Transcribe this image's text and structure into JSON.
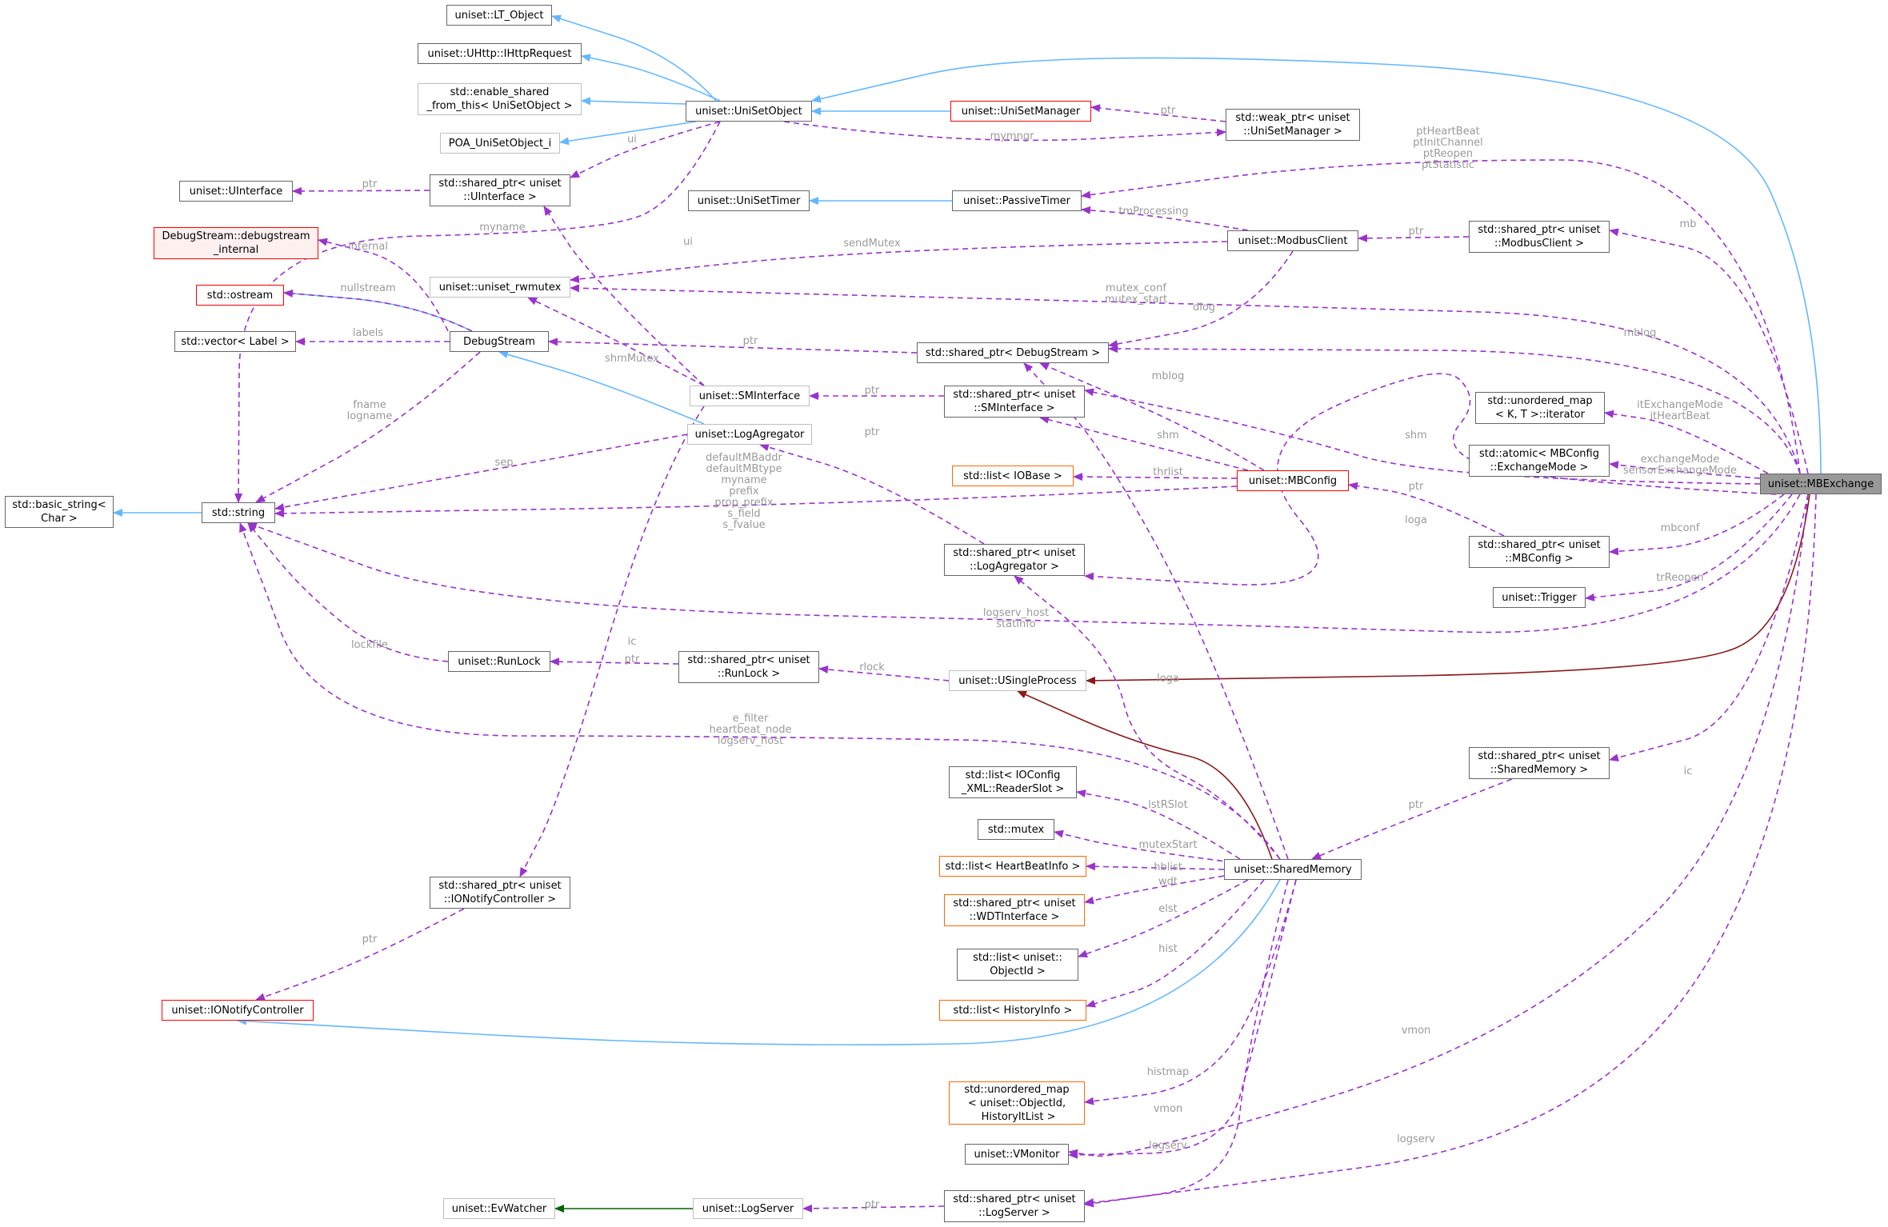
{
  "diagram": {
    "nodes": [
      {
        "id": "lt_object",
        "label": "uniset::LT_Object",
        "style": "normal"
      },
      {
        "id": "uhttp",
        "label": "uniset::UHttp::IHttpRequest",
        "style": "normal"
      },
      {
        "id": "enable_shared",
        "label": "std::enable_shared\n_from_this< UniSetObject >",
        "style": "gray"
      },
      {
        "id": "poa",
        "label": "POA_UniSetObject_i",
        "style": "gray"
      },
      {
        "id": "unisetobject",
        "label": "uniset::UniSetObject",
        "style": "normal"
      },
      {
        "id": "unisetmanager",
        "label": "uniset::UniSetManager",
        "style": "red"
      },
      {
        "id": "weak_manager",
        "label": "std::weak_ptr< uniset\n::UniSetManager >",
        "style": "normal"
      },
      {
        "id": "uinterface",
        "label": "uniset::UInterface",
        "style": "normal"
      },
      {
        "id": "sp_uinterface",
        "label": "std::shared_ptr< uniset\n::UInterface >",
        "style": "normal"
      },
      {
        "id": "unisettimer",
        "label": "uniset::UniSetTimer",
        "style": "normal"
      },
      {
        "id": "passivetimer",
        "label": "uniset::PassiveTimer",
        "style": "normal"
      },
      {
        "id": "debugstream_internal",
        "label": "DebugStream::debugstream\n_internal",
        "style": "pink"
      },
      {
        "id": "rwmutex",
        "label": "uniset::uniset_rwmutex",
        "style": "gray"
      },
      {
        "id": "modbusclient",
        "label": "uniset::ModbusClient",
        "style": "normal"
      },
      {
        "id": "sp_modbusclient",
        "label": "std::shared_ptr< uniset\n::ModbusClient >",
        "style": "normal"
      },
      {
        "id": "ostream",
        "label": "std::ostream",
        "style": "red"
      },
      {
        "id": "vector_label",
        "label": "std::vector< Label >",
        "style": "normal"
      },
      {
        "id": "debugstream",
        "label": "DebugStream",
        "style": "normal"
      },
      {
        "id": "sp_debugstream",
        "label": "std::shared_ptr< DebugStream >",
        "style": "normal"
      },
      {
        "id": "sminterface",
        "label": "uniset::SMInterface",
        "style": "gray"
      },
      {
        "id": "sp_sminterface",
        "label": "std::shared_ptr< uniset\n::SMInterface >",
        "style": "normal"
      },
      {
        "id": "unordered_iter",
        "label": "std::unordered_map\n< K, T >::iterator",
        "style": "normal"
      },
      {
        "id": "atomic_mode",
        "label": "std::atomic< MBConfig\n::ExchangeMode >",
        "style": "normal"
      },
      {
        "id": "mbexchange",
        "label": "uniset::MBExchange",
        "style": "focus"
      },
      {
        "id": "logagregator",
        "label": "uniset::LogAgregator",
        "style": "gray"
      },
      {
        "id": "list_iobase",
        "label": "std::list< IOBase >",
        "style": "orange"
      },
      {
        "id": "mbconfig",
        "label": "uniset::MBConfig",
        "style": "red"
      },
      {
        "id": "basic_string",
        "label": "std::basic_string<\nChar >",
        "style": "normal"
      },
      {
        "id": "string",
        "label": "std::string",
        "style": "normal"
      },
      {
        "id": "sp_logagregator",
        "label": "std::shared_ptr< uniset\n::LogAgregator >",
        "style": "normal"
      },
      {
        "id": "sp_mbconfig",
        "label": "std::shared_ptr< uniset\n::MBConfig >",
        "style": "normal"
      },
      {
        "id": "trigger",
        "label": "uniset::Trigger",
        "style": "normal"
      },
      {
        "id": "runlock",
        "label": "uniset::RunLock",
        "style": "normal"
      },
      {
        "id": "sp_runlock",
        "label": "std::shared_ptr< uniset\n::RunLock >",
        "style": "normal"
      },
      {
        "id": "usingleprocess",
        "label": "uniset::USingleProcess",
        "style": "gray"
      },
      {
        "id": "sp_sharedmemory",
        "label": "std::shared_ptr< uniset\n::SharedMemory >",
        "style": "normal"
      },
      {
        "id": "list_readerslot",
        "label": "std::list< IOConfig\n_XML::ReaderSlot >",
        "style": "normal"
      },
      {
        "id": "mutex",
        "label": "std::mutex",
        "style": "normal"
      },
      {
        "id": "list_heartbeat",
        "label": "std::list< HeartBeatInfo >",
        "style": "orange"
      },
      {
        "id": "sharedmemory",
        "label": "uniset::SharedMemory",
        "style": "normal"
      },
      {
        "id": "sp_ionotify",
        "label": "std::shared_ptr< uniset\n::IONotifyController >",
        "style": "normal"
      },
      {
        "id": "sp_wdt",
        "label": "std::shared_ptr< uniset\n::WDTInterface >",
        "style": "orange"
      },
      {
        "id": "list_objectid",
        "label": "std::list< uniset::\nObjectId >",
        "style": "normal"
      },
      {
        "id": "list_history",
        "label": "std::list< HistoryInfo >",
        "style": "orange"
      },
      {
        "id": "ionotify",
        "label": "uniset::IONotifyController",
        "style": "red"
      },
      {
        "id": "unordered_hist",
        "label": "std::unordered_map\n< uniset::ObjectId,\n HistoryItList >",
        "style": "orange"
      },
      {
        "id": "vmonitor",
        "label": "uniset::VMonitor",
        "style": "normal"
      },
      {
        "id": "evwatcher",
        "label": "uniset::EvWatcher",
        "style": "gray"
      },
      {
        "id": "logserver",
        "label": "uniset::LogServer",
        "style": "gray"
      },
      {
        "id": "sp_logserver",
        "label": "std::shared_ptr< uniset\n::LogServer >",
        "style": "normal"
      }
    ],
    "edges": [
      {
        "from": "unisetobject",
        "to": "lt_object",
        "kind": "inherit"
      },
      {
        "from": "unisetobject",
        "to": "uhttp",
        "kind": "inherit"
      },
      {
        "from": "unisetobject",
        "to": "enable_shared",
        "kind": "inherit"
      },
      {
        "from": "unisetobject",
        "to": "poa",
        "kind": "inherit"
      },
      {
        "from": "unisetmanager",
        "to": "unisetobject",
        "kind": "inherit"
      },
      {
        "from": "mbexchange",
        "to": "unisetobject",
        "kind": "inherit"
      },
      {
        "from": "passivetimer",
        "to": "unisettimer",
        "kind": "inherit"
      },
      {
        "from": "debugstream",
        "to": "ostream",
        "kind": "inherit"
      },
      {
        "from": "logagregator",
        "to": "debugstream",
        "kind": "inherit"
      },
      {
        "from": "string",
        "to": "basic_string",
        "kind": "inherit"
      },
      {
        "from": "sharedmemory",
        "to": "ionotify",
        "kind": "inherit"
      },
      {
        "from": "mbexchange",
        "to": "usingleprocess",
        "kind": "private"
      },
      {
        "from": "sharedmemory",
        "to": "usingleprocess",
        "kind": "private"
      },
      {
        "from": "logserver",
        "to": "evwatcher",
        "kind": "protected"
      },
      {
        "from": "weak_manager",
        "to": "unisetmanager",
        "kind": "use",
        "label": "ptr"
      },
      {
        "from": "unisetobject",
        "to": "weak_manager",
        "kind": "use",
        "label": "mymngr"
      },
      {
        "from": "unisetobject",
        "to": "sp_uinterface",
        "kind": "use",
        "label": "ui"
      },
      {
        "from": "sp_uinterface",
        "to": "uinterface",
        "kind": "use",
        "label": "ptr"
      },
      {
        "from": "unisetobject",
        "to": "string",
        "kind": "use",
        "label": "myname"
      },
      {
        "from": "mbexchange",
        "to": "passivetimer",
        "kind": "use",
        "label": "ptHeartBeat\nptInitChannel\nptReopen\nptStatistic"
      },
      {
        "from": "modbusclient",
        "to": "passivetimer",
        "kind": "use",
        "label": "tmProcessing"
      },
      {
        "from": "sp_modbusclient",
        "to": "modbusclient",
        "kind": "use",
        "label": "ptr"
      },
      {
        "from": "mbexchange",
        "to": "sp_modbusclient",
        "kind": "use",
        "label": "mb"
      },
      {
        "from": "modbusclient",
        "to": "rwmutex",
        "kind": "use",
        "label": "sendMutex"
      },
      {
        "from": "modbusclient",
        "to": "sp_debugstream",
        "kind": "use",
        "label": "dlog"
      },
      {
        "from": "mbexchange",
        "to": "rwmutex",
        "kind": "use",
        "label": "mutex_conf\nmutex_start"
      },
      {
        "from": "mbexchange",
        "to": "sp_debugstream",
        "kind": "use",
        "label": "mblog"
      },
      {
        "from": "debugstream",
        "to": "debugstream_internal",
        "kind": "use",
        "label": "internal"
      },
      {
        "from": "debugstream",
        "to": "ostream",
        "kind": "use",
        "label": "nullstream"
      },
      {
        "from": "debugstream",
        "to": "vector_label",
        "kind": "use",
        "label": "labels"
      },
      {
        "from": "debugstream",
        "to": "string",
        "kind": "use",
        "label": "fname\nlogname"
      },
      {
        "from": "sp_debugstream",
        "to": "debugstream",
        "kind": "use",
        "label": "ptr"
      },
      {
        "from": "sminterface",
        "to": "rwmutex",
        "kind": "use",
        "label": "shmMutex"
      },
      {
        "from": "sminterface",
        "to": "sp_uinterface",
        "kind": "use",
        "label": "ui"
      },
      {
        "from": "sminterface",
        "to": "sp_ionotify",
        "kind": "use",
        "label": "ic"
      },
      {
        "from": "sp_sminterface",
        "to": "sminterface",
        "kind": "use",
        "label": "ptr"
      },
      {
        "from": "mbexchange",
        "to": "sp_sminterface",
        "kind": "use",
        "label": "shm"
      },
      {
        "from": "mbexchange",
        "to": "unordered_iter",
        "kind": "use",
        "label": "itExchangeMode\nitHeartBeat"
      },
      {
        "from": "mbexchange",
        "to": "atomic_mode",
        "kind": "use",
        "label": "exchangeMode\nsensorExchangeMode"
      },
      {
        "from": "logagregator",
        "to": "string",
        "kind": "use",
        "label": "sep"
      },
      {
        "from": "mbconfig",
        "to": "sp_debugstream",
        "kind": "use",
        "label": "mblog"
      },
      {
        "from": "mbconfig",
        "to": "sp_sminterface",
        "kind": "use",
        "label": "shm"
      },
      {
        "from": "mbconfig",
        "to": "list_iobase",
        "kind": "use",
        "label": "thrlist"
      },
      {
        "from": "mbconfig",
        "to": "string",
        "kind": "use",
        "label": "defaultMBaddr\ndefaultMBtype\nmyname\nprefix\nprop_prefix\ns_field\ns_fvalue"
      },
      {
        "from": "sp_logagregator",
        "to": "logagregator",
        "kind": "use",
        "label": "ptr"
      },
      {
        "from": "mbexchange",
        "to": "sp_logagregator",
        "kind": "use",
        "label": "loga"
      },
      {
        "from": "sp_mbconfig",
        "to": "mbconfig",
        "kind": "use",
        "label": "ptr"
      },
      {
        "from": "mbexchange",
        "to": "sp_mbconfig",
        "kind": "use",
        "label": "mbconf"
      },
      {
        "from": "mbexchange",
        "to": "trigger",
        "kind": "use",
        "label": "trReopen"
      },
      {
        "from": "mbexchange",
        "to": "string",
        "kind": "use",
        "label": "logserv_host\nstatInfo"
      },
      {
        "from": "runlock",
        "to": "string",
        "kind": "use",
        "label": "lockfile"
      },
      {
        "from": "sp_runlock",
        "to": "runlock",
        "kind": "use",
        "label": "ptr"
      },
      {
        "from": "usingleprocess",
        "to": "sp_runlock",
        "kind": "use",
        "label": "rlock"
      },
      {
        "from": "sp_sharedmemory",
        "to": "sharedmemory",
        "kind": "use",
        "label": "ptr"
      },
      {
        "from": "mbexchange",
        "to": "sp_sharedmemory",
        "kind": "use",
        "label": "ic"
      },
      {
        "from": "sharedmemory",
        "to": "string",
        "kind": "use",
        "label": "e_filter\nheartbeat_node\nlogserv_host"
      },
      {
        "from": "sharedmemory",
        "to": "list_readerslot",
        "kind": "use",
        "label": "lstRSlot"
      },
      {
        "from": "sharedmemory",
        "to": "mutex",
        "kind": "use",
        "label": "mutexStart"
      },
      {
        "from": "sharedmemory",
        "to": "list_heartbeat",
        "kind": "use",
        "label": "hblist"
      },
      {
        "from": "sharedmemory",
        "to": "sp_wdt",
        "kind": "use",
        "label": "wdt"
      },
      {
        "from": "sharedmemory",
        "to": "list_objectid",
        "kind": "use",
        "label": "elst"
      },
      {
        "from": "sharedmemory",
        "to": "list_history",
        "kind": "use",
        "label": "hist"
      },
      {
        "from": "sharedmemory",
        "to": "sp_debugstream",
        "kind": "use",
        "label": ""
      },
      {
        "from": "sharedmemory",
        "to": "sp_logagregator",
        "kind": "use",
        "label": "loga"
      },
      {
        "from": "sharedmemory",
        "to": "unordered_hist",
        "kind": "use",
        "label": "histmap"
      },
      {
        "from": "sharedmemory",
        "to": "vmonitor",
        "kind": "use",
        "label": "vmon"
      },
      {
        "from": "sharedmemory",
        "to": "sp_logserver",
        "kind": "use",
        "label": "logserv"
      },
      {
        "from": "sp_ionotify",
        "to": "ionotify",
        "kind": "use",
        "label": "ptr"
      },
      {
        "from": "mbexchange",
        "to": "vmonitor",
        "kind": "use",
        "label": "vmon"
      },
      {
        "from": "mbexchange",
        "to": "sp_logserver",
        "kind": "use",
        "label": "logserv"
      },
      {
        "from": "sp_logserver",
        "to": "logserver",
        "kind": "use",
        "label": "ptr"
      }
    ]
  },
  "colors": {
    "inherit": "#63b8ff",
    "private": "#8b1a1a",
    "protected": "#006400",
    "use": "#9a32cd",
    "edge_label": "#9a9a9a"
  }
}
